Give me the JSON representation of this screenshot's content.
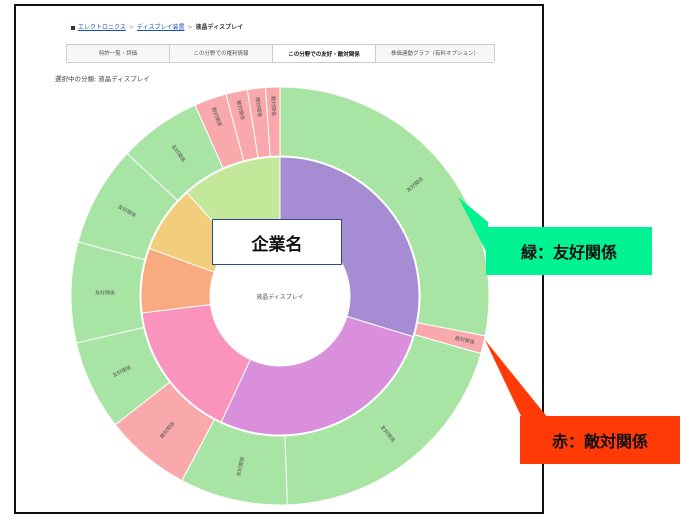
{
  "breadcrumb": {
    "items": [
      "エレクトロニクス",
      "ディスプレイ装置"
    ],
    "current": "液晶ディスプレイ",
    "separator": ">"
  },
  "tabs": [
    {
      "label": "特許一覧・評価",
      "active": false
    },
    {
      "label": "この分野での権利情報",
      "active": false
    },
    {
      "label": "この分野での友好・敵対関係",
      "active": true
    },
    {
      "label": "株価連動グラフ（有料オプション）",
      "active": false
    }
  ],
  "selected_category": "選択中の分類: 液晶ディスプレイ",
  "center_label": "液晶ディスプレイ",
  "relation_labels": {
    "friendly": "友好関係",
    "hostile": "敵対関係"
  },
  "annotations": {
    "company": "企業名",
    "green": "緑：友好関係",
    "red": "赤：敵対関係"
  },
  "colors": {
    "friendly": "#a8e5a5",
    "hostile": "#f9a8ab",
    "callout_green": "#00f292",
    "callout_red": "#ff3a06",
    "inner_purple": "#a68cd2",
    "inner_magenta": "#d98fdc",
    "inner_pink": "#fa94bd",
    "inner_orange": "#f9ab80",
    "inner_yellow": "#f2cd7c",
    "inner_lime": "#c4e89a"
  }
}
